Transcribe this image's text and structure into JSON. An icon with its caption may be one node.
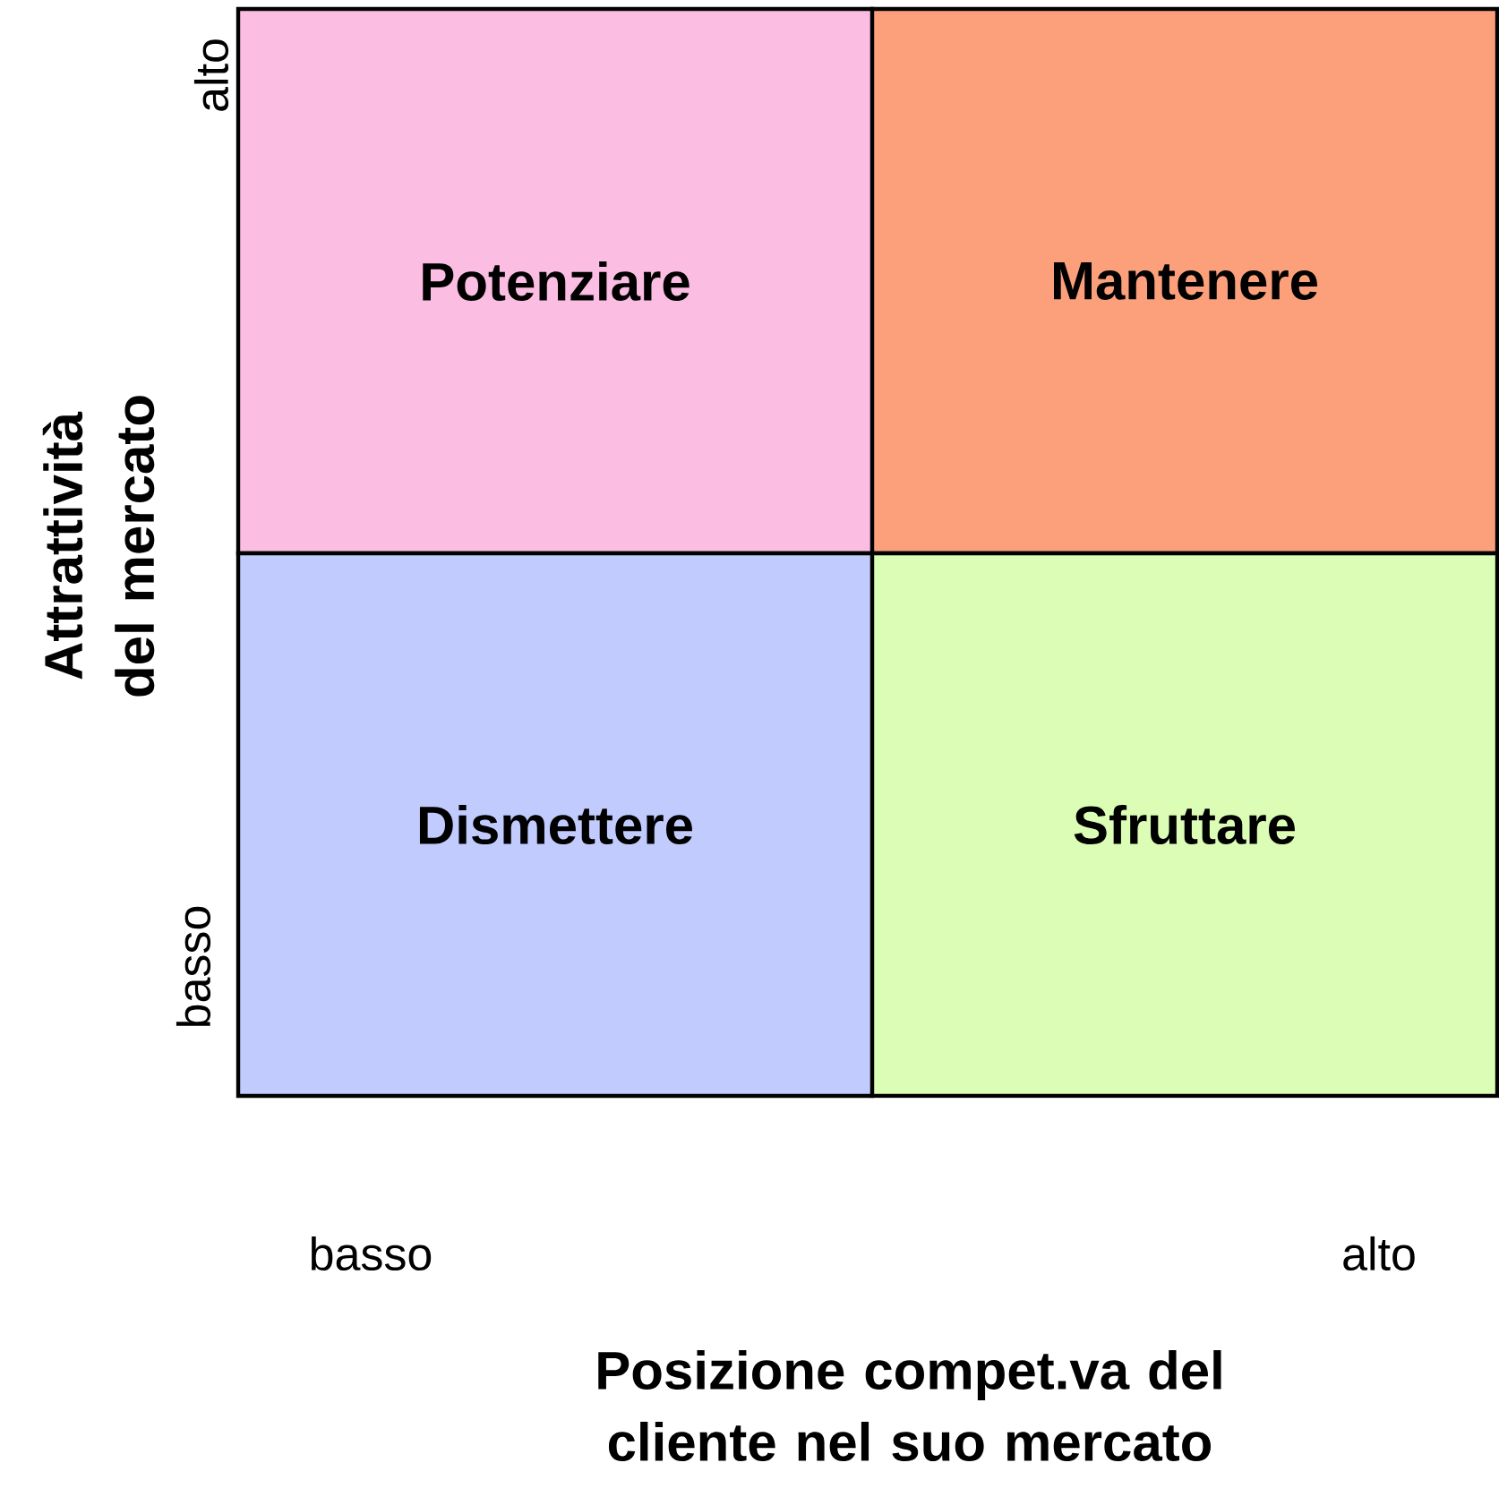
{
  "diagram": {
    "nodes": [
      {
        "text": [
          "Potenziare"
        ]
      },
      {
        "text": [
          "Mantenere"
        ]
      },
      {
        "text": [
          "Dismettere"
        ]
      },
      {
        "text": [
          "Sfruttare"
        ]
      }
    ],
    "labels": [
      "alto",
      "Attrattività del mercato",
      "basso",
      "basso",
      "alto",
      "Posizione compet.va del cliente nel suo mercato"
    ]
  }
}
